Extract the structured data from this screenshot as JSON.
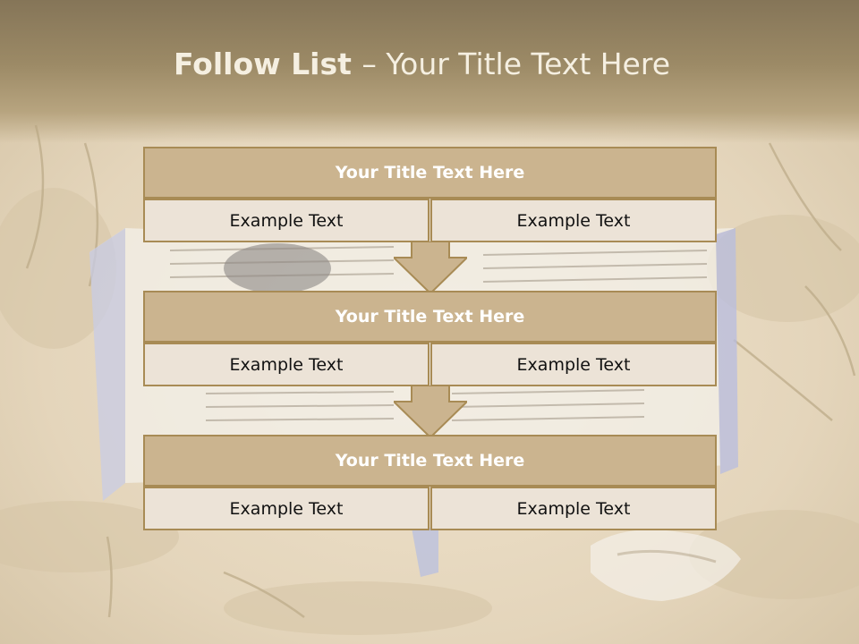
{
  "title": {
    "bold": "Follow List ",
    "rest": " – Your Title Text Here"
  },
  "steps": [
    {
      "title": "Your Title Text Here",
      "left": "Example Text",
      "right": "Example Text"
    },
    {
      "title": "Your Title Text Here",
      "left": "Example Text",
      "right": "Example Text"
    },
    {
      "title": "Your Title Text Here",
      "left": "Example Text",
      "right": "Example Text"
    }
  ],
  "colors": {
    "header_fill": "#cbb48f",
    "border": "#a88b55",
    "cell_fill": "#ece3d7",
    "title_band": "#9c8a66"
  }
}
